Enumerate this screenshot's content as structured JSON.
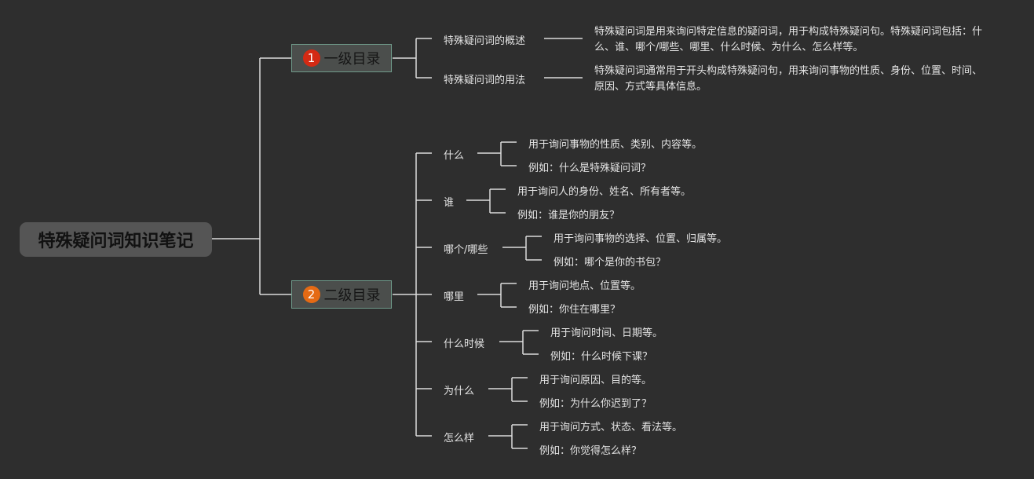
{
  "root": {
    "title": "特殊疑问词知识笔记"
  },
  "branches": [
    {
      "badge": "1",
      "badge_color": "#d42a14",
      "label": "一级目录",
      "topics": [
        {
          "label": "特殊疑问词的概述",
          "text": "特殊疑问词是用来询问特定信息的疑问词，用于构成特殊疑问句。特殊疑问词包括：什么、谁、哪个/哪些、哪里、什么时候、为什么、怎么样等。"
        },
        {
          "label": "特殊疑问词的用法",
          "text": "特殊疑问词通常用于开头构成特殊疑问句，用来询问事物的性质、身份、位置、时间、原因、方式等具体信息。"
        }
      ]
    },
    {
      "badge": "2",
      "badge_color": "#e56a14",
      "label": "二级目录",
      "topics": [
        {
          "label": "什么",
          "items": [
            "用于询问事物的性质、类别、内容等。",
            "例如：什么是特殊疑问词？"
          ]
        },
        {
          "label": "谁",
          "items": [
            "用于询问人的身份、姓名、所有者等。",
            "例如：谁是你的朋友？"
          ]
        },
        {
          "label": "哪个/哪些",
          "items": [
            "用于询问事物的选择、位置、归属等。",
            "例如：哪个是你的书包？"
          ]
        },
        {
          "label": "哪里",
          "items": [
            "用于询问地点、位置等。",
            "例如：你住在哪里？"
          ]
        },
        {
          "label": "什么时候",
          "items": [
            "用于询问时间、日期等。",
            "例如：什么时候下课？"
          ]
        },
        {
          "label": "为什么",
          "items": [
            "用于询问原因、目的等。",
            "例如：为什么你迟到了？"
          ]
        },
        {
          "label": "怎么样",
          "items": [
            "用于询问方式、状态、看法等。",
            "例如：你觉得怎么样？"
          ]
        }
      ]
    }
  ]
}
